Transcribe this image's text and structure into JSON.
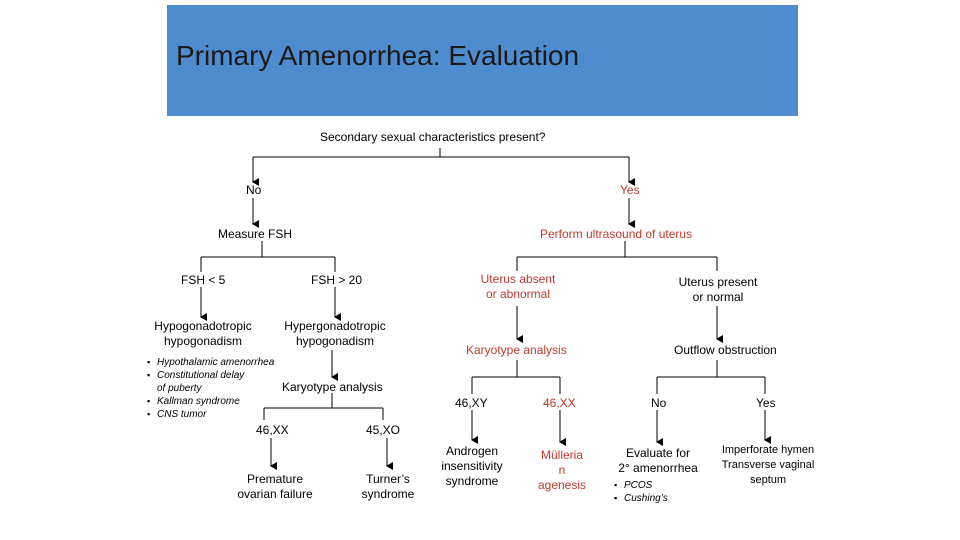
{
  "title": "Primary Amenorrhea: Evaluation",
  "colors": {
    "banner": "#4f8ccf",
    "accent": "#c0392b",
    "line": "#000000"
  },
  "nodes": {
    "root": "Secondary sexual characteristics present?",
    "no": "No",
    "yes": "Yes",
    "measure_fsh": "Measure FSH",
    "ultrasound": "Perform ultrasound of uterus",
    "fsh_low": "FSH < 5",
    "fsh_high": "FSH > 20",
    "uterus_absent": "Uterus absent\nor abnormal",
    "uterus_present": "Uterus present\nor normal",
    "hypogonadotropic": "Hypogonadotropic\nhypogonadism",
    "hypergonadotropic": "Hypergonadotropic\nhypogonadism",
    "karyotype_left": "Karyotype analysis",
    "karyotype_right": "Karyotype analysis",
    "outflow": "Outflow obstruction",
    "k46xx_left": "46,XX",
    "k45xo": "45,XO",
    "k46xy": "46,XY",
    "k46xx_right": "46,XX",
    "outflow_no": "No",
    "outflow_yes": "Yes",
    "premature": "Premature\novarian failure",
    "turner": "Turner’s\nsyndrome",
    "androgen": "Androgen\ninsensitivity\nsyndrome",
    "mullerian": "Mülleria\nn\nagenesis",
    "evaluate": "Evaluate for\n2° amenorrhea",
    "imperforate": "Imperforate hymen\nTransverse vaginal\nseptum"
  },
  "hypo_causes": [
    "Hypothalamic amenorrhea",
    "Constitutional delay\nof puberty",
    "Kallman syndrome",
    "CNS tumor"
  ],
  "secondary_causes": [
    "PCOS",
    "Cushing’s"
  ]
}
